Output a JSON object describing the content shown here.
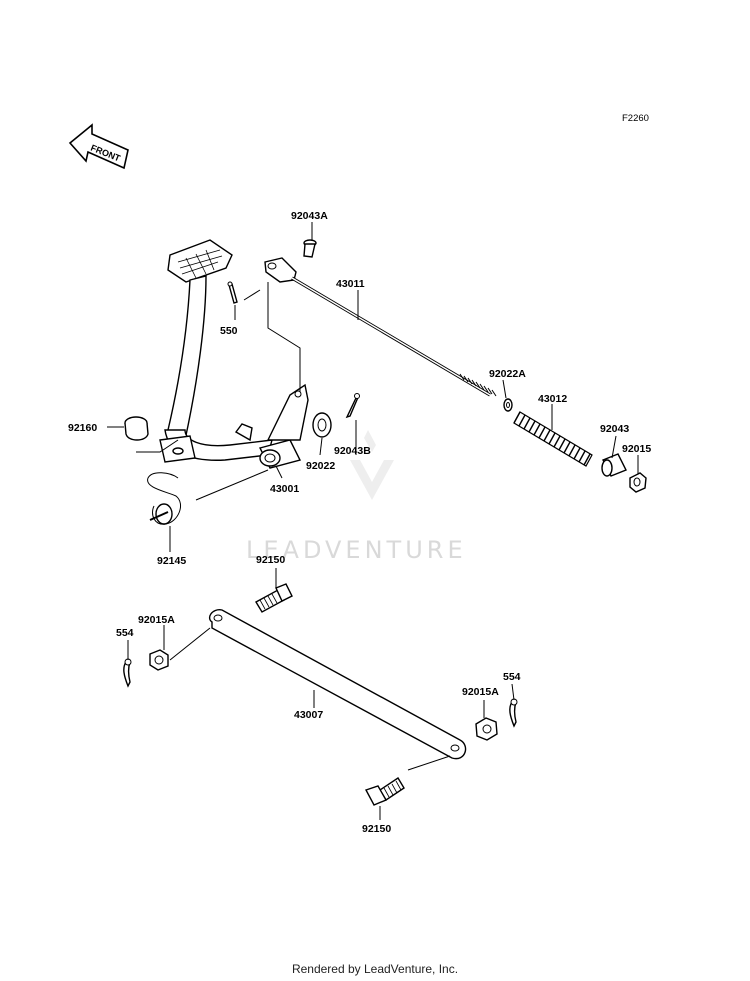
{
  "figure_code": "F2260",
  "front_label": "FRONT",
  "watermark": "LEADVENTURE",
  "footer": "Rendered by LeadVenture, Inc.",
  "part_labels": {
    "p92043A": "92043A",
    "p43011": "43011",
    "p550": "550",
    "p92022A": "92022A",
    "p43012": "43012",
    "p92043": "92043",
    "p92015": "92015",
    "p92160": "92160",
    "p92022": "92022",
    "p92043B": "92043B",
    "p43001": "43001",
    "p92145": "92145",
    "p92150_top": "92150",
    "p92015A_left": "92015A",
    "p554_left": "554",
    "p43007": "43007",
    "p92015A_right": "92015A",
    "p554_right": "554",
    "p92150_bottom": "92150"
  }
}
